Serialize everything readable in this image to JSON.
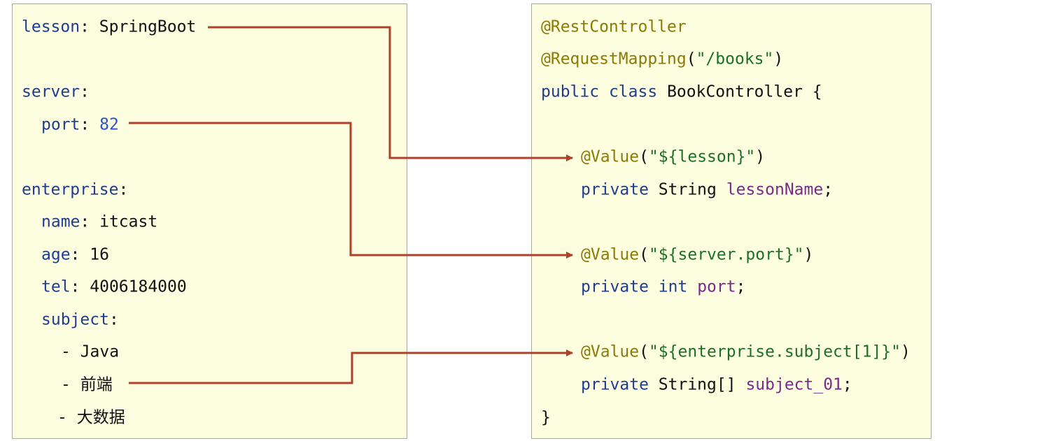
{
  "yaml": {
    "lesson_key": "lesson",
    "lesson_value": "SpringBoot",
    "server_key": "server",
    "port_key": "port",
    "port_value": "82",
    "enterprise_key": "enterprise",
    "name_key": "name",
    "name_value": "itcast",
    "age_key": "age",
    "age_value": "16",
    "tel_key": "tel",
    "tel_value": "4006184000",
    "subject_key": "subject",
    "subjects": [
      "Java",
      "前端",
      "大数据"
    ]
  },
  "java": {
    "rest_controller": "@RestController",
    "request_mapping": "@RequestMapping",
    "mapping_path": "\"/books\"",
    "public_kw": "public",
    "class_kw": "class",
    "class_name": "BookController",
    "open_brace": "{",
    "close_brace": "}",
    "value_annotation": "@Value",
    "private_kw": "private",
    "fields": [
      {
        "expr": "\"${lesson}\"",
        "type": "String",
        "name": "lessonName"
      },
      {
        "expr": "\"${server.port}\"",
        "type": "int",
        "name": "port"
      },
      {
        "expr": "\"${enterprise.subject[1]}\"",
        "type": "String[]",
        "name": "subject_01"
      }
    ]
  },
  "colors": {
    "panel_background": "#fdfde0",
    "panel_border": "#a8a8a8",
    "connector": "#b0402a",
    "key": "#1f3d8f",
    "number": "#2b52c7",
    "annotation": "#8a7a06",
    "string": "#1d6e27",
    "field": "#7a2a8a"
  }
}
